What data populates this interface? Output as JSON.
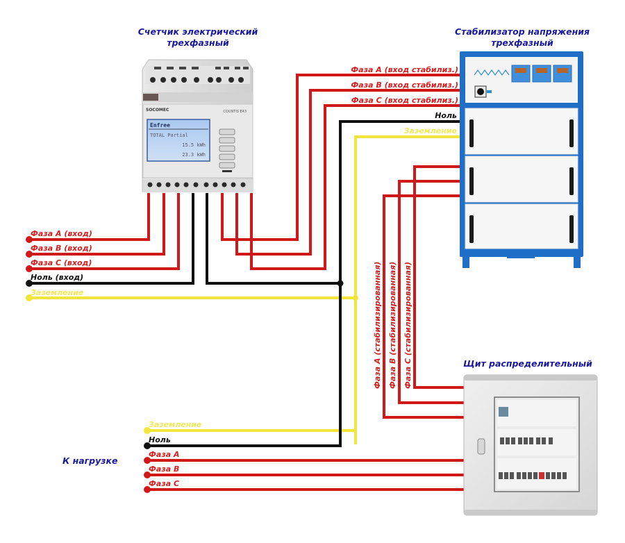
{
  "colors": {
    "phase": "#d01818",
    "neutral": "#111111",
    "ground": "#f2e63a",
    "title": "#1a1a9a",
    "stabilizer_frame": "#1f6fc9"
  },
  "devices": {
    "meter": {
      "title_line1": "Счетчик электрический",
      "title_line2": "трехфазный",
      "brand": "SOCOMEC",
      "model": "COUNTIS E43",
      "screen_line1": "Enfree",
      "screen_line2": "TOTAL Partial",
      "screen_line3": "15.5 kWh",
      "screen_line4": "23.3 kWh"
    },
    "stabilizer": {
      "title_line1": "Стабилизатор напряжения",
      "title_line2": "трехфазный"
    },
    "panel": {
      "title": "Щит распределительный"
    }
  },
  "labels": {
    "input": {
      "phase_a": "Фаза А  (вход)",
      "phase_b": "Фаза В  (вход)",
      "phase_c": "Фаза С  (вход)",
      "neutral": "Ноль (вход)",
      "ground": "Заземление"
    },
    "stabilizer_input": {
      "phase_a": "Фаза А  (вход стабилиз.)",
      "phase_b": "Фаза В  (вход стабилиз.)",
      "phase_c": "Фаза С  (вход стабилиз.)",
      "neutral": "Ноль",
      "ground": "Заземление"
    },
    "stabilized": {
      "phase_a": "Фаза А  (стабилизированная)",
      "phase_b": "Фаза В  (стабилизированная)",
      "phase_c": "Фаза С  (стабилизированная)"
    },
    "load": {
      "heading": "К нагрузке",
      "ground": "Заземление",
      "neutral": "Ноль",
      "phase_a": "Фаза А",
      "phase_b": "Фаза В",
      "phase_c": "Фаза С"
    }
  }
}
